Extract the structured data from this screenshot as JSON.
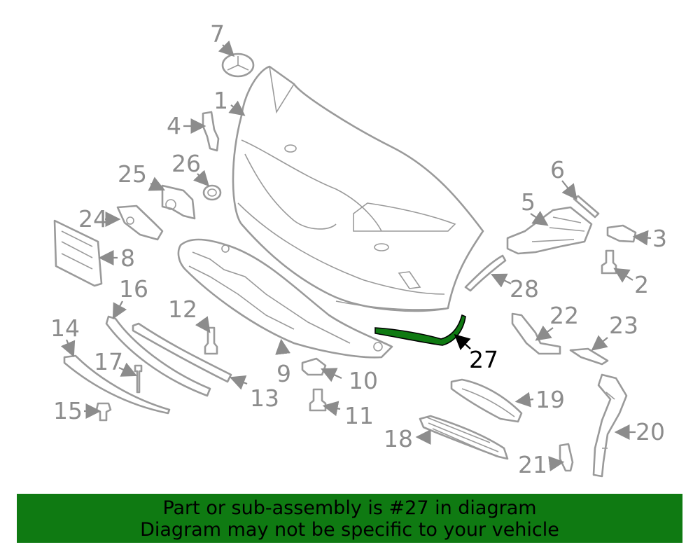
{
  "banner": {
    "line1": "Part or sub-assembly is #27 in diagram",
    "line2": "Diagram may not be specific to your vehicle"
  },
  "highlighted_part": "27",
  "colors": {
    "banner_background": "#0f7a12",
    "highlight": "#0f7a12",
    "line_art": "#9a9a9a"
  },
  "callouts": {
    "c1": "1",
    "c2": "2",
    "c3": "3",
    "c4": "4",
    "c5": "5",
    "c6": "6",
    "c7": "7",
    "c8": "8",
    "c9": "9",
    "c10": "10",
    "c11": "11",
    "c12": "12",
    "c13": "13",
    "c14": "14",
    "c15": "15",
    "c16": "16",
    "c17": "17",
    "c18": "18",
    "c19": "19",
    "c20": "20",
    "c21": "21",
    "c22": "22",
    "c23": "23",
    "c24": "24",
    "c25": "25",
    "c26": "26",
    "c27": "27",
    "c28": "28"
  }
}
